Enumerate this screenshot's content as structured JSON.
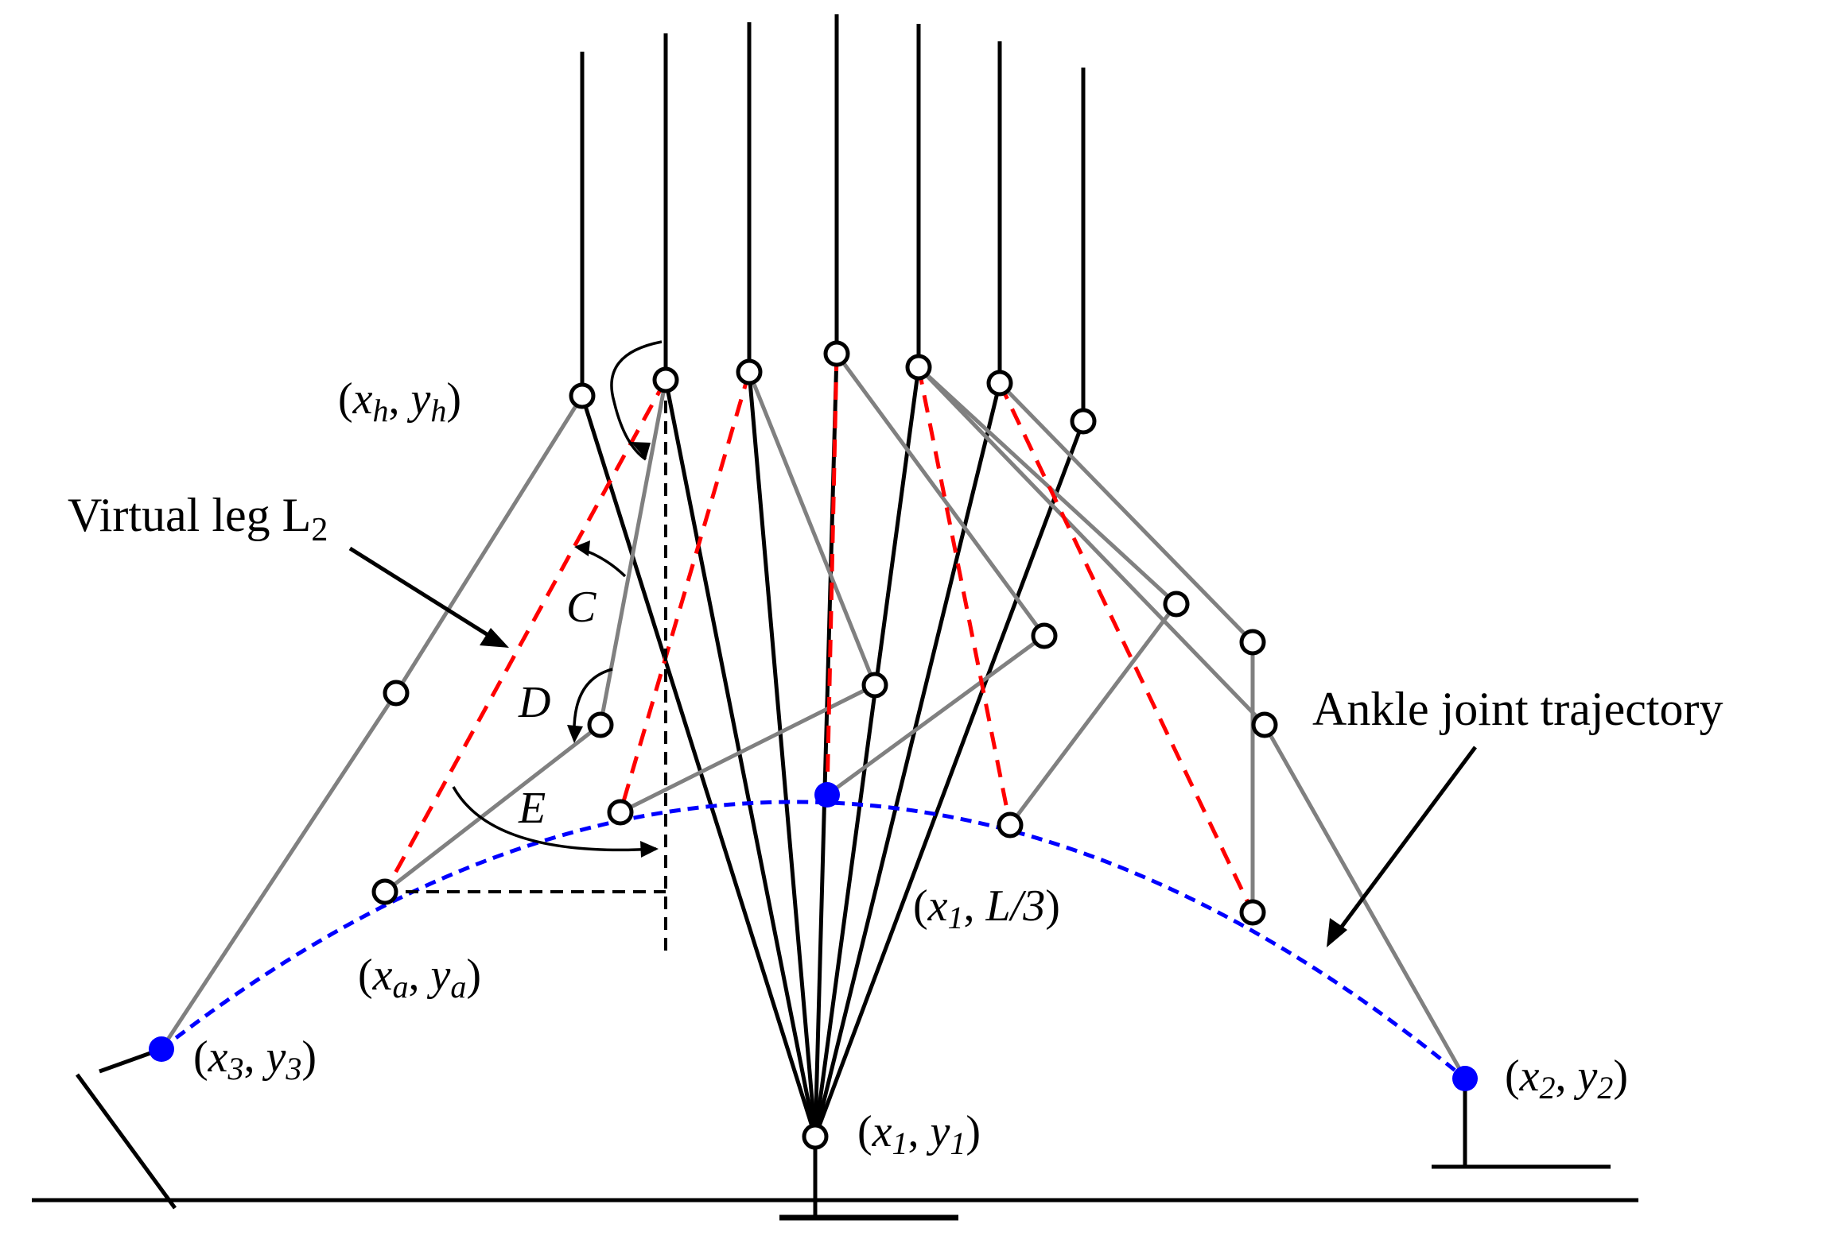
{
  "labels": {
    "hip": {
      "open": "(",
      "x": "x",
      "xsub": "h",
      "sep": ", ",
      "y": "y",
      "ysub": "h",
      "close": ")"
    },
    "ankle_a": {
      "open": "(",
      "x": "x",
      "xsub": "a",
      "sep": ", ",
      "y": "y",
      "ysub": "a",
      "close": ")"
    },
    "point_3": {
      "open": "(",
      "x": "x",
      "xsub": "3",
      "sep": ", ",
      "y": "y",
      "ysub": "3",
      "close": ")"
    },
    "point_2": {
      "open": "(",
      "x": "x",
      "xsub": "2",
      "sep": ", ",
      "y": "y",
      "ysub": "2",
      "close": ")"
    },
    "point_1": {
      "open": "(",
      "x": "x",
      "xsub": "1",
      "sep": ", ",
      "y": "y",
      "ysub": "1",
      "close": ")"
    },
    "point_L3": {
      "open": "(",
      "x": "x",
      "xsub": "1",
      "sep": ", ",
      "y": "L/3",
      "close": ")"
    },
    "virtual_leg": {
      "text": "Virtual leg L",
      "sub": "2"
    },
    "ankle_trajectory": "Ankle joint trajectory",
    "angle_C": "C",
    "angle_D": "D",
    "angle_E": "E"
  },
  "colors": {
    "stance_leg": "#000000",
    "swing_leg": "#808080",
    "virtual_leg": "#ff0000",
    "trajectory": "#0000ff",
    "key_point": "#0000ff",
    "joint_fill": "#ffffff"
  }
}
